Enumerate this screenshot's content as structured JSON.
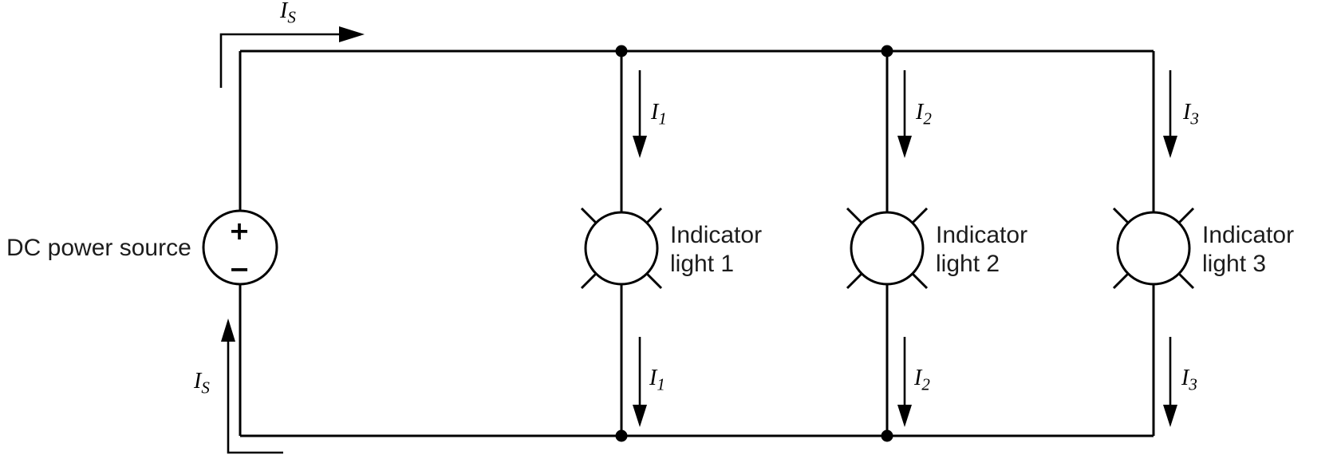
{
  "diagram": {
    "title_semantic": "Parallel DC circuit with three indicator lights",
    "colors": {
      "background": "#ffffff",
      "line": "#000000",
      "text": "#1c1c1c"
    },
    "source": {
      "label": "DC power source",
      "plus": "+",
      "minus": "−"
    },
    "lights": [
      {
        "line1": "Indicator",
        "line2": "light 1"
      },
      {
        "line1": "Indicator",
        "line2": "light 2"
      },
      {
        "line1": "Indicator",
        "line2": "light 3"
      }
    ],
    "currents": {
      "is_top": {
        "symbol": "I",
        "sub": "S"
      },
      "is_bottom": {
        "symbol": "I",
        "sub": "S"
      },
      "i1_top": {
        "symbol": "I",
        "sub": "1"
      },
      "i2_top": {
        "symbol": "I",
        "sub": "2"
      },
      "i3_top": {
        "symbol": "I",
        "sub": "3"
      },
      "i1_bottom": {
        "symbol": "I",
        "sub": "1"
      },
      "i2_bottom": {
        "symbol": "I",
        "sub": "2"
      },
      "i3_bottom": {
        "symbol": "I",
        "sub": "3"
      }
    }
  }
}
